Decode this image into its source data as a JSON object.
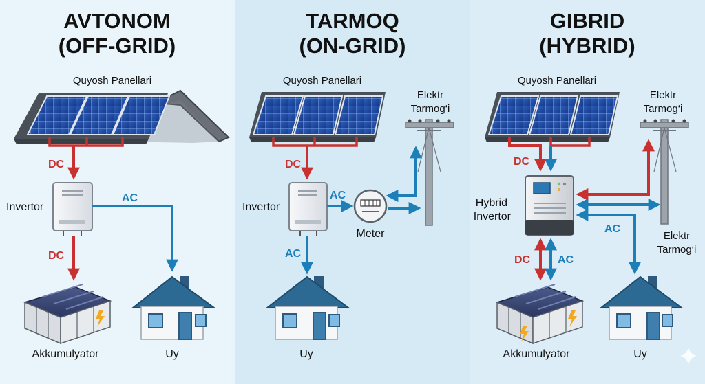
{
  "panels": [
    {
      "title_line1": "AVTONOM",
      "title_line2": "(OFF-GRID)",
      "solar_label": "Quyosh Panellari",
      "inverter_label": "Invertor",
      "battery_label": "Akkumulyator",
      "house_label": "Uy",
      "dc_top": "DC",
      "dc_bottom": "DC",
      "ac_label": "AC"
    },
    {
      "title_line1": "TARMOQ",
      "title_line2": "(ON-GRID)",
      "solar_label": "Quyosh Panellari",
      "grid_label_line1": "Elektr",
      "grid_label_line2": "Tarmog‘i",
      "inverter_label": "Invertor",
      "meter_label": "Meter",
      "house_label": "Uy",
      "dc_label": "DC",
      "ac_right": "AC",
      "ac_down": "AC"
    },
    {
      "title_line1": "GIBRID",
      "title_line2": "(HYBRID)",
      "solar_label": "Quyosh Panellari",
      "grid_label_line1": "Elektr",
      "grid_label_line2": "Tarmog‘i",
      "inverter_label_line1": "Hybrid",
      "inverter_label_line2": "Invertor",
      "grid_label2_line1": "Elektr",
      "grid_label2_line2": "Tarmog‘i",
      "battery_label": "Akkumulyator",
      "house_label": "Uy",
      "dc_top": "DC",
      "dc_bottom": "DC",
      "ac_bottom": "AC",
      "ac_right": "AC"
    }
  ],
  "colors": {
    "dc": "#c8312f",
    "ac": "#1d7fb8",
    "panel_bg_left": "#eaf5fb",
    "panel_bg_mid": "#d9ecf7",
    "panel_bg_right": "#dfeef8"
  },
  "icons": [
    "solar-panel-icon",
    "roof-icon",
    "inverter-icon",
    "battery-icon",
    "house-icon",
    "meter-icon",
    "utility-pole-icon",
    "hybrid-inverter-icon"
  ]
}
